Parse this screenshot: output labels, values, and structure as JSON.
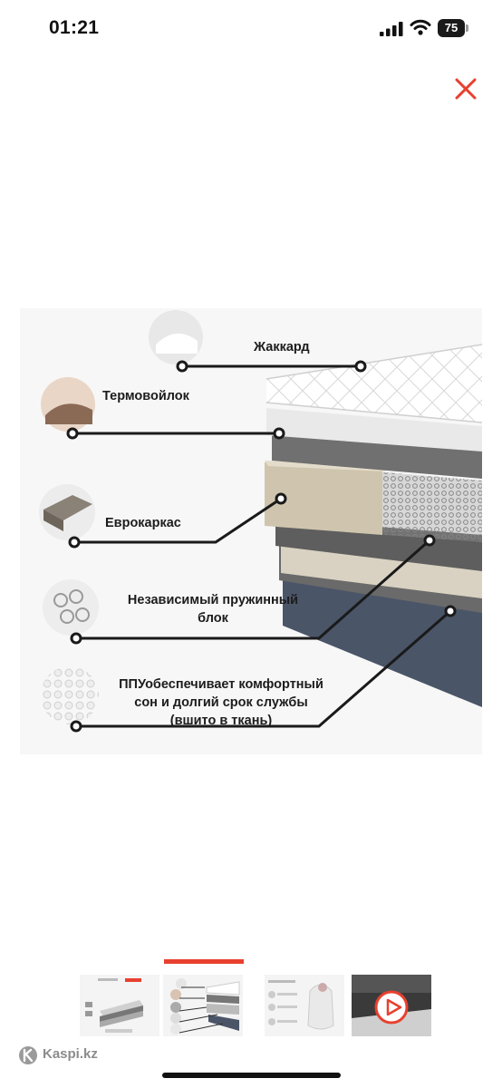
{
  "status_bar": {
    "time": "01:21",
    "battery": "75",
    "icons": [
      "signal-icon",
      "wifi-icon",
      "battery-icon"
    ]
  },
  "close_button": {
    "icon": "close-icon",
    "color": "#e8402f"
  },
  "product_image": {
    "layers": [
      {
        "label": "Жаккард"
      },
      {
        "label": "Термовойлок"
      },
      {
        "label": "Еврокаркас"
      },
      {
        "label_line1": "Независимый пружинный",
        "label_line2": "блок"
      },
      {
        "label_line1": "ППУобеспечивает комфортный",
        "label_line2": "сон и долгий срок службы",
        "label_line3": "(вшито в ткань)"
      }
    ]
  },
  "gallery": {
    "active_index": 1,
    "active_color": "#e8402f",
    "thumbnails": [
      {
        "kind": "image"
      },
      {
        "kind": "image"
      },
      {
        "kind": "image"
      },
      {
        "kind": "video",
        "icon": "play-icon"
      }
    ]
  },
  "brand": {
    "name": "Kaspi.kz",
    "icon": "kaspi-logo-icon"
  }
}
